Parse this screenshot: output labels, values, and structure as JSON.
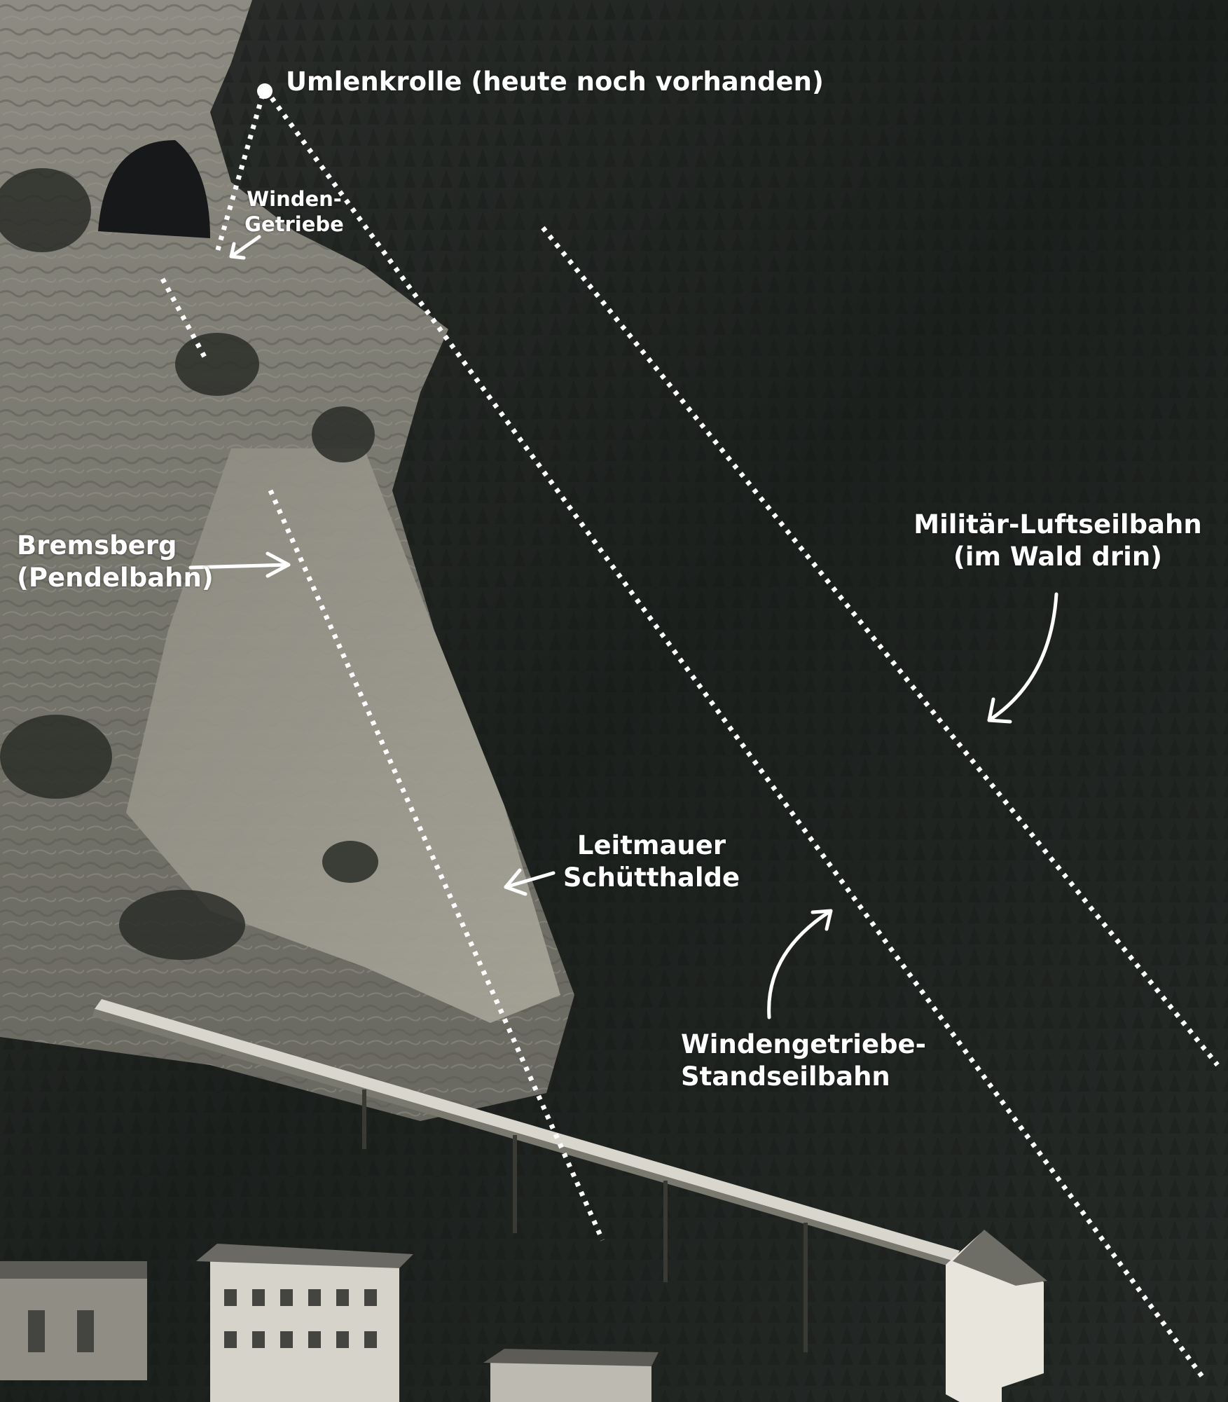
{
  "labels": {
    "umlenkrolle": "Umlenkrolle (heute noch vorhanden)",
    "winden_1": "Winden-",
    "winden_2": "Getriebe",
    "bremsberg_1": "Bremsberg",
    "bremsberg_2": "(Pendelbahn)",
    "militaer_1": "Militär-Luftseilbahn",
    "militaer_2": "(im Wald drin)",
    "leitmauer_1": "Leitmauer",
    "leitmauer_2": "Schütthalde",
    "windengetriebe_1": "Windengetriebe-",
    "windengetriebe_2": "Standseilbahn"
  },
  "colors": {
    "annotation": "#ffffff",
    "forest": "#1f2320",
    "rock": "#8c8a80",
    "slope": "#a7a597",
    "buildings": "#d8d6cc"
  }
}
